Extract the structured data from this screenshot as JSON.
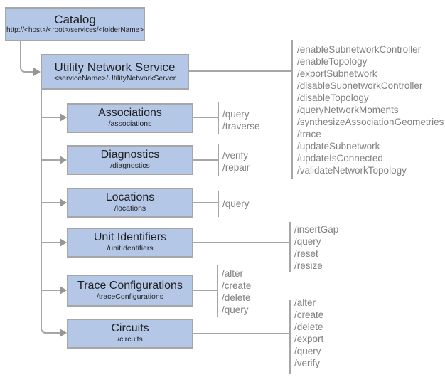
{
  "catalog": {
    "title": "Catalog",
    "subtitle": "http://<host>/<root>/services/<folderName>"
  },
  "service": {
    "title": "Utility Network Service",
    "subtitle": "<serviceName>/UtilityNetworkServer",
    "operations": [
      "/enableSubnetworkController",
      "/enableTopology",
      "/exportSubnetwork",
      "/disableSubnetworkController",
      "/disableTopology",
      "/queryNetworkMoments",
      "/synthesizeAssociationGeometries",
      "/trace",
      "/updateSubnetwork",
      "/updateIsConnected",
      "/validateNetworkTopology"
    ]
  },
  "children": [
    {
      "title": "Associations",
      "subtitle": "/associations",
      "operations": [
        "/query",
        "/traverse"
      ]
    },
    {
      "title": "Diagnostics",
      "subtitle": "/diagnostics",
      "operations": [
        "/verify",
        "/repair"
      ]
    },
    {
      "title": "Locations",
      "subtitle": "/locations",
      "operations": [
        "/query"
      ]
    },
    {
      "title": "Unit Identifiers",
      "subtitle": "/unitIdentifiers",
      "operations": [
        "/insertGap",
        "/query",
        "/reset",
        "/resize"
      ]
    },
    {
      "title": "Trace Configurations",
      "subtitle": "/traceConfigurations",
      "operations": [
        "/alter",
        "/create",
        "/delete",
        "/query"
      ]
    },
    {
      "title": "Circuits",
      "subtitle": "/circuits",
      "operations": [
        "/alter",
        "/create",
        "/delete",
        "/export",
        "/query",
        "/verify"
      ]
    }
  ],
  "colors": {
    "box_fill": "#b4c7e7",
    "box_border": "#a6a6a6",
    "line_color": "#a6a6a6",
    "arrow_color": "#969696",
    "ops_text": "#808080",
    "title_text": "#1f1f1f"
  }
}
